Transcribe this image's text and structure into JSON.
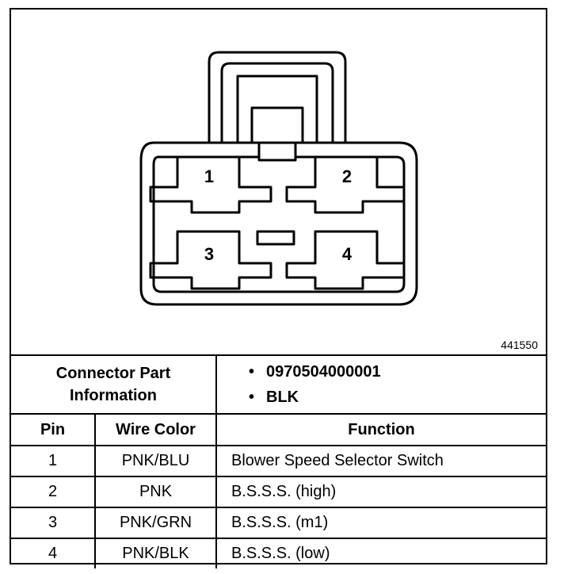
{
  "figure": {
    "number": "441550"
  },
  "connector": {
    "pins": [
      "1",
      "2",
      "3",
      "4"
    ]
  },
  "part_info": {
    "label_line1": "Connector Part",
    "label_line2": "Information",
    "items": [
      "0970504000001",
      "BLK"
    ],
    "bullet": "•"
  },
  "table": {
    "headers": {
      "pin": "Pin",
      "wire": "Wire Color",
      "function": "Function"
    },
    "rows": [
      {
        "pin": "1",
        "wire": "PNK/BLU",
        "function": "Blower Speed Selector Switch"
      },
      {
        "pin": "2",
        "wire": "PNK",
        "function": "B.S.S.S. (high)"
      },
      {
        "pin": "3",
        "wire": "PNK/GRN",
        "function": "B.S.S.S. (m1)"
      },
      {
        "pin": "4",
        "wire": "PNK/BLK",
        "function": "B.S.S.S. (low)"
      }
    ]
  }
}
